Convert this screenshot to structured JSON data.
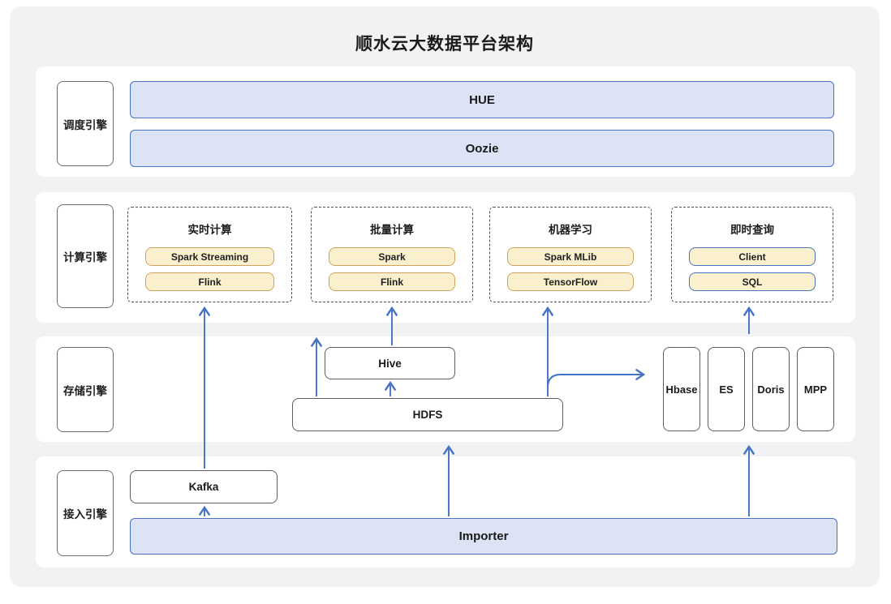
{
  "title": "顺水云大数据平台架构",
  "layers": {
    "scheduling": {
      "label": "调度引擎",
      "items": {
        "hue": "HUE",
        "oozie": "Oozie"
      }
    },
    "compute": {
      "label": "计算引擎",
      "groups": [
        {
          "title": "实时计算",
          "items": [
            "Spark Streaming",
            "Flink"
          ]
        },
        {
          "title": "批量计算",
          "items": [
            "Spark",
            "Flink"
          ]
        },
        {
          "title": "机器学习",
          "items": [
            "Spark MLib",
            "TensorFlow"
          ]
        },
        {
          "title": "即时查询",
          "items": [
            "Client",
            "SQL"
          ]
        }
      ]
    },
    "storage": {
      "label": "存储引擎",
      "items": {
        "hive": "Hive",
        "hdfs": "HDFS",
        "hbase": "Hbase",
        "es": "ES",
        "doris": "Doris",
        "mpp": "MPP"
      }
    },
    "ingest": {
      "label": "接入引擎",
      "items": {
        "kafka": "Kafka",
        "importer": "Importer"
      }
    }
  },
  "edges": [
    {
      "from": "Importer",
      "to": "Kafka"
    },
    {
      "from": "Importer",
      "to": "HDFS"
    },
    {
      "from": "Importer",
      "to": "Hbase/ES/Doris/MPP"
    },
    {
      "from": "Kafka",
      "to": "实时计算"
    },
    {
      "from": "HDFS",
      "to": "Hive"
    },
    {
      "from": "HDFS",
      "to": "批量计算"
    },
    {
      "from": "Hive",
      "to": "批量计算"
    },
    {
      "from": "HDFS",
      "to": "机器学习"
    },
    {
      "from": "HDFS",
      "to": "Hbase/ES/Doris/MPP"
    },
    {
      "from": "Hbase/ES/Doris/MPP",
      "to": "即时查询"
    }
  ],
  "colors": {
    "arrow": "#4472c4",
    "blue_fill": "#dbe3f5",
    "blue_border": "#4a72c0",
    "yellow_fill": "#fbf0cd",
    "yellow_border": "#cfa45a",
    "gray_border": "#6e6e6e",
    "panel_bg": "#ffffff",
    "frame_bg": "#f1f2f4"
  }
}
